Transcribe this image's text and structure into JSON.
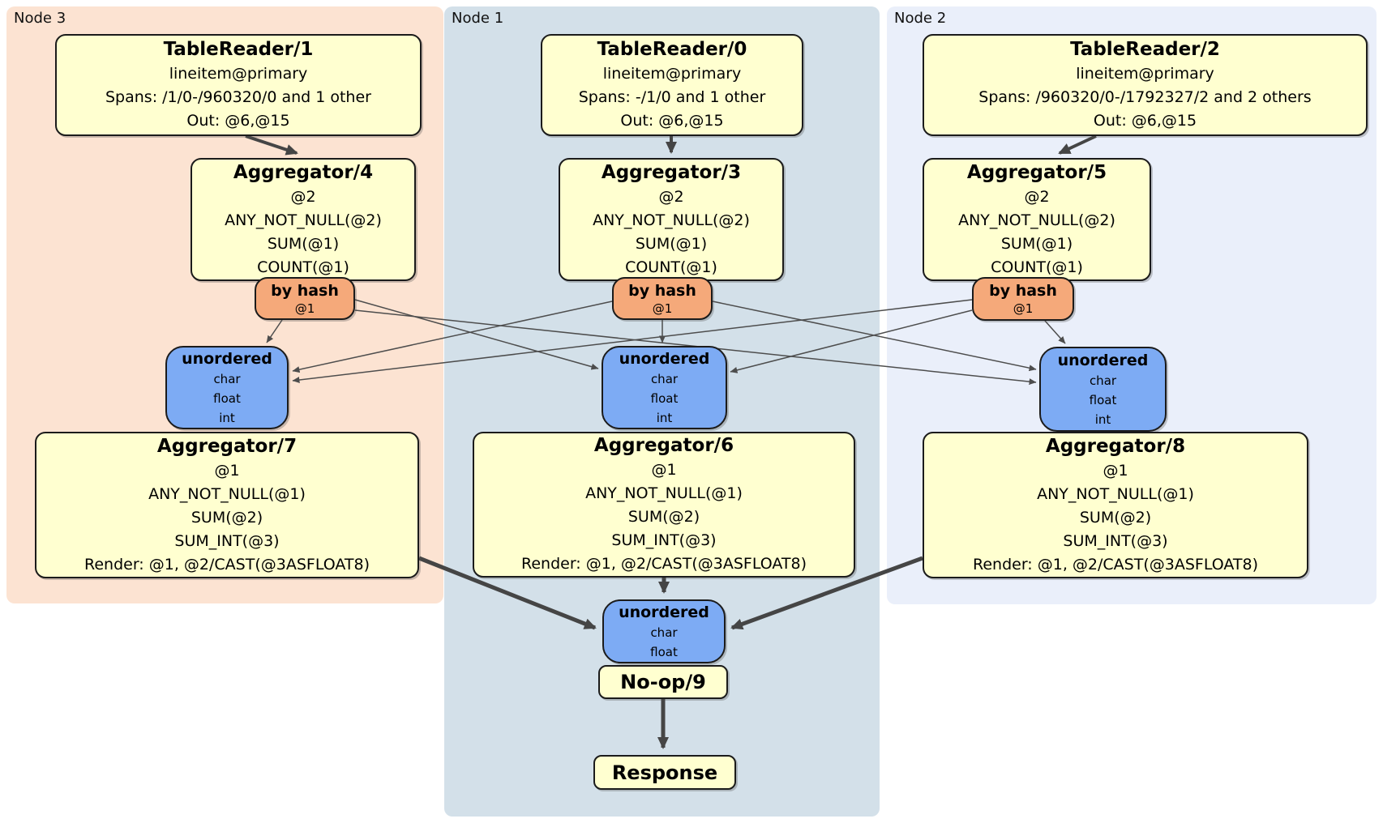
{
  "diagram_type": "distributed-sql-plan",
  "colors": {
    "node3_bg": "#fce3d2",
    "node1_bg": "#d3e0e9",
    "node2_bg": "#eaeffa",
    "processor_fill": "#ffffd0",
    "router_fill": "#f5a97a",
    "sync_fill": "#7dabf4",
    "edge_thin": "#4d4d4d",
    "edge_thick": "#454545"
  },
  "regions": {
    "node3": {
      "label": "Node 3"
    },
    "node1": {
      "label": "Node 1"
    },
    "node2": {
      "label": "Node 2"
    }
  },
  "nodes": {
    "tr1": {
      "title": "TableReader/1",
      "lines": [
        "lineitem@primary",
        "Spans: /1/0-/960320/0 and 1 other",
        "Out: @6,@15"
      ]
    },
    "agg4": {
      "title": "Aggregator/4",
      "lines": [
        "@2",
        "ANY_NOT_NULL(@2)",
        "SUM(@1)",
        "COUNT(@1)"
      ]
    },
    "hash4": {
      "title": "by hash",
      "lines": [
        "@1"
      ]
    },
    "sync7": {
      "title": "unordered",
      "lines": [
        "char",
        "float",
        "int"
      ]
    },
    "agg7": {
      "title": "Aggregator/7",
      "lines": [
        "@1",
        "ANY_NOT_NULL(@1)",
        "SUM(@2)",
        "SUM_INT(@3)",
        "Render: @1, @2/CAST(@3ASFLOAT8)"
      ]
    },
    "tr0": {
      "title": "TableReader/0",
      "lines": [
        "lineitem@primary",
        "Spans: -/1/0 and 1 other",
        "Out: @6,@15"
      ]
    },
    "agg3": {
      "title": "Aggregator/3",
      "lines": [
        "@2",
        "ANY_NOT_NULL(@2)",
        "SUM(@1)",
        "COUNT(@1)"
      ]
    },
    "hash3": {
      "title": "by hash",
      "lines": [
        "@1"
      ]
    },
    "sync6": {
      "title": "unordered",
      "lines": [
        "char",
        "float",
        "int"
      ]
    },
    "agg6": {
      "title": "Aggregator/6",
      "lines": [
        "@1",
        "ANY_NOT_NULL(@1)",
        "SUM(@2)",
        "SUM_INT(@3)",
        "Render: @1, @2/CAST(@3ASFLOAT8)"
      ]
    },
    "tr2": {
      "title": "TableReader/2",
      "lines": [
        "lineitem@primary",
        "Spans: /960320/0-/1792327/2 and 2 others",
        "Out: @6,@15"
      ]
    },
    "agg5": {
      "title": "Aggregator/5",
      "lines": [
        "@2",
        "ANY_NOT_NULL(@2)",
        "SUM(@1)",
        "COUNT(@1)"
      ]
    },
    "hash5": {
      "title": "by hash",
      "lines": [
        "@1"
      ]
    },
    "sync8": {
      "title": "unordered",
      "lines": [
        "char",
        "float",
        "int"
      ]
    },
    "agg8": {
      "title": "Aggregator/8",
      "lines": [
        "@1",
        "ANY_NOT_NULL(@1)",
        "SUM(@2)",
        "SUM_INT(@3)",
        "Render: @1, @2/CAST(@3ASFLOAT8)"
      ]
    },
    "syncFinal": {
      "title": "unordered",
      "lines": [
        "char",
        "float"
      ]
    },
    "noop": {
      "title": "No-op/9"
    },
    "response": {
      "title": "Response"
    }
  },
  "edges": [
    {
      "from": "TableReader/1",
      "to": "Aggregator/4",
      "style": "thick"
    },
    {
      "from": "TableReader/0",
      "to": "Aggregator/3",
      "style": "thick"
    },
    {
      "from": "TableReader/2",
      "to": "Aggregator/5",
      "style": "thick"
    },
    {
      "from": "by hash (Node 3)",
      "to": "unordered (Node 3)",
      "style": "thin"
    },
    {
      "from": "by hash (Node 3)",
      "to": "unordered (Node 1)",
      "style": "thin"
    },
    {
      "from": "by hash (Node 3)",
      "to": "unordered (Node 2)",
      "style": "thin"
    },
    {
      "from": "by hash (Node 1)",
      "to": "unordered (Node 3)",
      "style": "thin"
    },
    {
      "from": "by hash (Node 1)",
      "to": "unordered (Node 1)",
      "style": "thin"
    },
    {
      "from": "by hash (Node 1)",
      "to": "unordered (Node 2)",
      "style": "thin"
    },
    {
      "from": "by hash (Node 2)",
      "to": "unordered (Node 3)",
      "style": "thin"
    },
    {
      "from": "by hash (Node 2)",
      "to": "unordered (Node 1)",
      "style": "thin"
    },
    {
      "from": "by hash (Node 2)",
      "to": "unordered (Node 2)",
      "style": "thin"
    },
    {
      "from": "Aggregator/7",
      "to": "unordered (final)",
      "style": "thick"
    },
    {
      "from": "Aggregator/6",
      "to": "unordered (final)",
      "style": "thick"
    },
    {
      "from": "Aggregator/8",
      "to": "unordered (final)",
      "style": "thick"
    },
    {
      "from": "No-op/9",
      "to": "Response",
      "style": "thick"
    }
  ]
}
